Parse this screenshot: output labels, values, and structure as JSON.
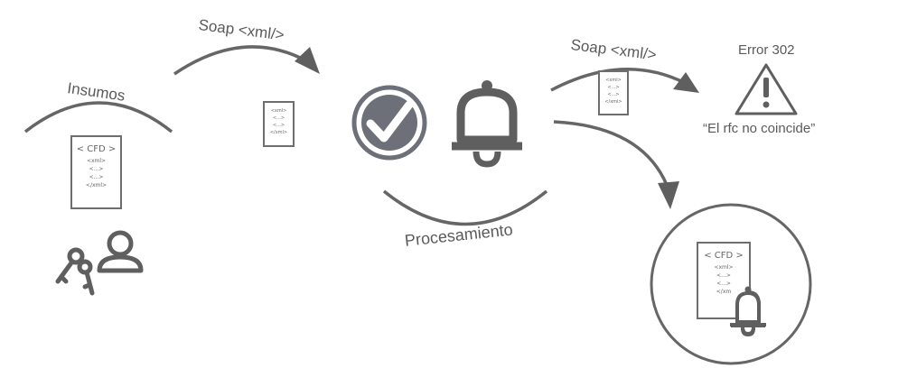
{
  "labels": {
    "insumos": "Insumos",
    "soap_left": "Soap <xml/>",
    "soap_right": "Soap <xml/>",
    "procesamiento": "Procesamiento",
    "error_title": "Error 302",
    "error_message": "“El rfc no coincide”"
  },
  "docs": {
    "cfd_main": {
      "header": "< CFD >",
      "lines": [
        "<xml>",
        "<...>",
        "<...>",
        "</xml>"
      ]
    },
    "xml_left": {
      "lines": [
        "<xml>",
        "<...>",
        "<...>",
        "</xml>"
      ]
    },
    "xml_right": {
      "lines": [
        "<xml>",
        "<...>",
        "<...>",
        "</xml>"
      ]
    },
    "cfd_result": {
      "header": "< CFD >",
      "lines": [
        "<xml>",
        "<...>",
        "<...>",
        "</xm"
      ]
    }
  },
  "icons": [
    "check-circle-icon",
    "bell-icon",
    "warning-icon",
    "keys-icon",
    "user-icon",
    "arrow-icon"
  ],
  "colors": {
    "stroke": "#666666",
    "check_fill": "#6d7078",
    "dark": "#5f5f5f"
  }
}
